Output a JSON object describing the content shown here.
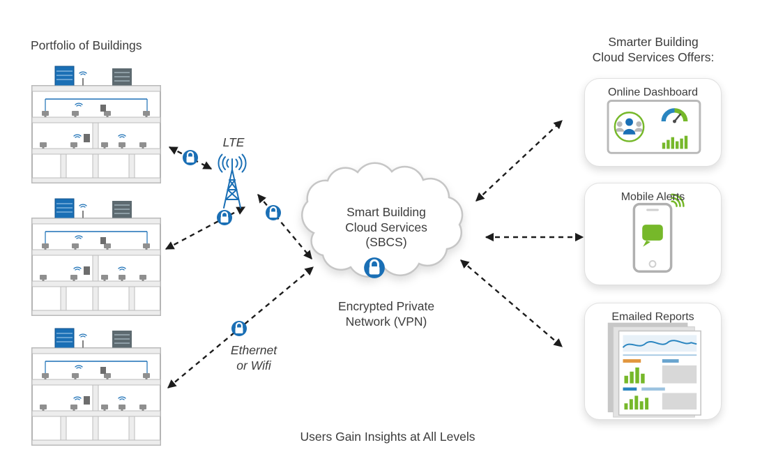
{
  "diagram_title": "Smart Building Cloud Services",
  "colors": {
    "accent_blue": "#1a6fb5",
    "accent_green": "#76b82a",
    "text_gray": "#3c3c3c",
    "arrow_black": "#1c1c1c",
    "cloud_border": "#c6c6c6"
  },
  "icons": {
    "lock": "padlock-in-blue-circle",
    "lte_tower": "cellular-radio-tower",
    "cloud": "cloud-outline",
    "building": "building-cross-section",
    "dashboard": "monitor-with-gauge-person-barchart",
    "mobile": "smartphone-with-chat-bubble-wifi",
    "reports": "stacked-report-pages"
  },
  "labels": {
    "portfolio": "Portfolio of Buildings",
    "lte": "LTE",
    "ethernet_line1": "Ethernet",
    "ethernet_line2": "or Wifi",
    "footer": "Users Gain Insights at All Levels"
  },
  "cloud": {
    "line1": "Smart Building",
    "line2": "Cloud Services",
    "line3": "(SBCS)"
  },
  "vpn": {
    "line1": "Encrypted Private",
    "line2": "Network (VPN)"
  },
  "offers": {
    "heading_line1": "Smarter Building",
    "heading_line2": "Cloud Services Offers:",
    "cards": [
      {
        "title": "Online Dashboard"
      },
      {
        "title": "Mobile Alerts"
      },
      {
        "title": "Emailed Reports"
      }
    ]
  }
}
